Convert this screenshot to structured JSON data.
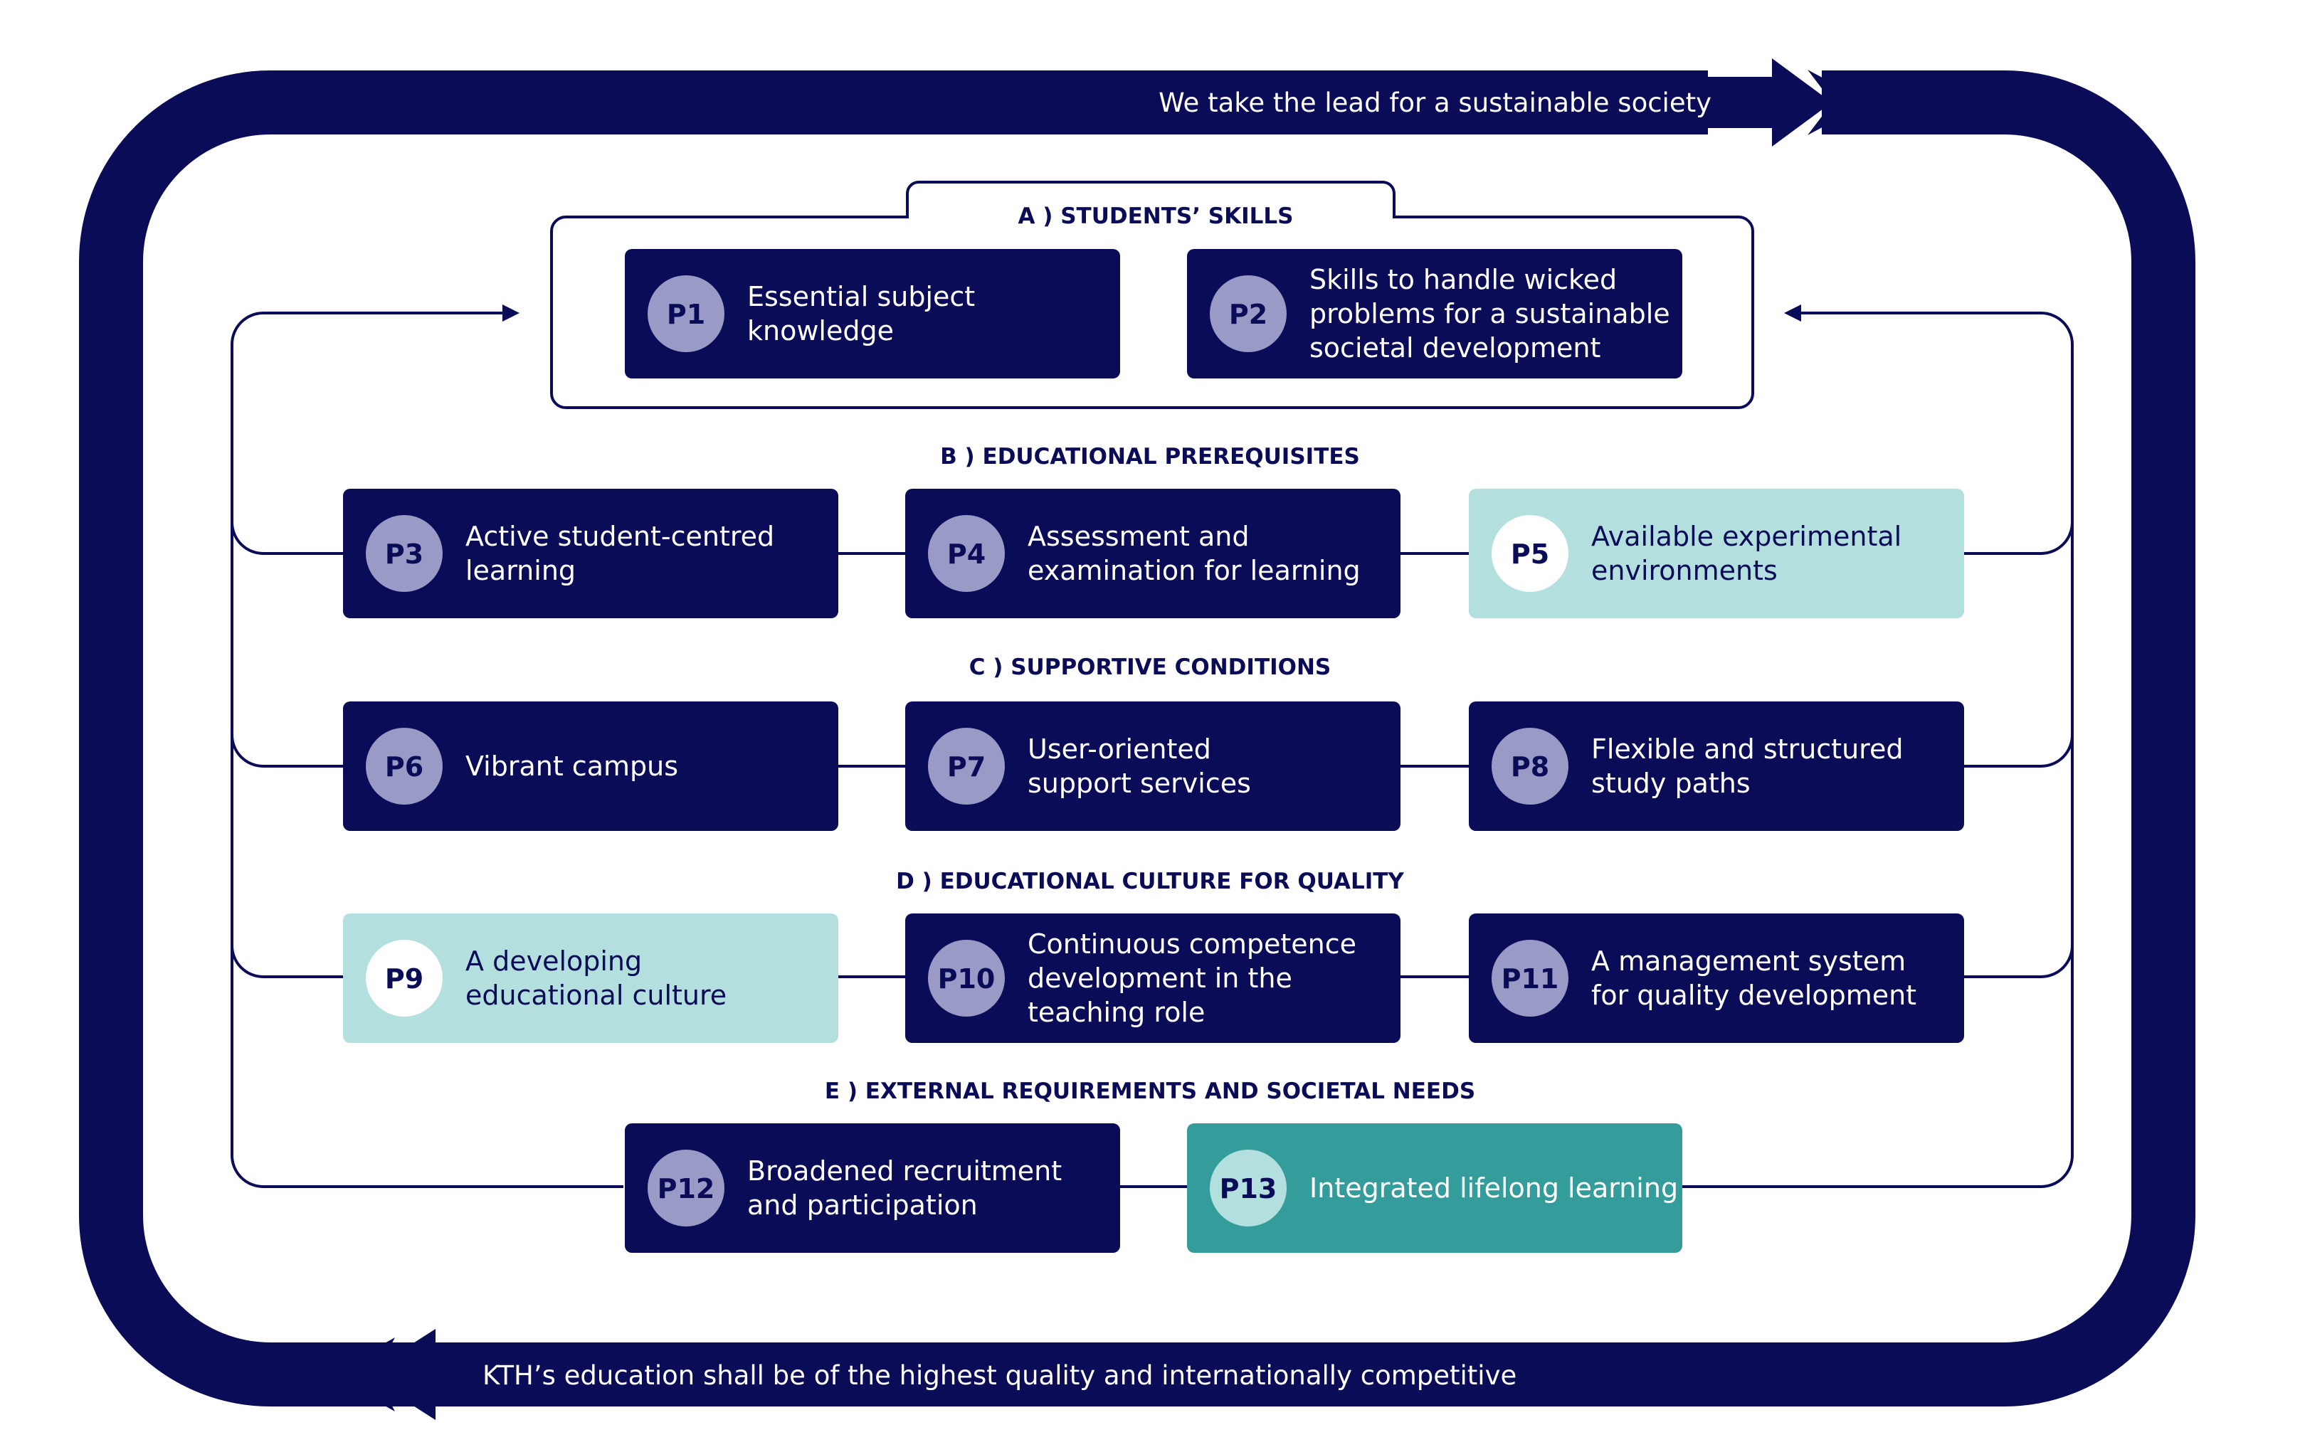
{
  "colors": {
    "navy": "#0b0c57",
    "badge_on_navy": "#9a9ac6",
    "light_teal": "#b3dfdf",
    "teal": "#349d9b",
    "white": "#ffffff"
  },
  "banners": {
    "top": "We take the lead for a sustainable society",
    "bottom": "KTH’s education shall be of the highest quality and internationally competitive"
  },
  "sections": {
    "a": "A )  STUDENTS’ SKILLS",
    "b": "B )  EDUCATIONAL PREREQUISITES",
    "c": "C )  SUPPORTIVE CONDITIONS",
    "d": "D )  EDUCATIONAL CULTURE FOR QUALITY",
    "e": "E )  EXTERNAL REQUIREMENTS AND SOCIETAL NEEDS"
  },
  "principles": [
    {
      "code": "P1",
      "lines": [
        "Essential subject",
        "knowledge"
      ],
      "style": "navy"
    },
    {
      "code": "P2",
      "lines": [
        "Skills to handle wicked",
        "problems for a sustainable",
        "societal development"
      ],
      "style": "navy"
    },
    {
      "code": "P3",
      "lines": [
        "Active student-centred",
        "learning"
      ],
      "style": "navy"
    },
    {
      "code": "P4",
      "lines": [
        "Assessment and",
        "examination for learning"
      ],
      "style": "navy"
    },
    {
      "code": "P5",
      "lines": [
        "Available experimental",
        "environments"
      ],
      "style": "light"
    },
    {
      "code": "P6",
      "lines": [
        "Vibrant campus"
      ],
      "style": "navy"
    },
    {
      "code": "P7",
      "lines": [
        "User-oriented",
        "support services"
      ],
      "style": "navy"
    },
    {
      "code": "P8",
      "lines": [
        "Flexible and structured",
        "study paths"
      ],
      "style": "navy"
    },
    {
      "code": "P9",
      "lines": [
        "A developing",
        "educational culture"
      ],
      "style": "light"
    },
    {
      "code": "P10",
      "lines": [
        "Continuous competence",
        "development in the",
        "teaching role"
      ],
      "style": "navy"
    },
    {
      "code": "P11",
      "lines": [
        "A management system",
        "for quality development"
      ],
      "style": "navy"
    },
    {
      "code": "P12",
      "lines": [
        "Broadened recruitment",
        "and participation"
      ],
      "style": "navy"
    },
    {
      "code": "P13",
      "lines": [
        "Integrated lifelong learning"
      ],
      "style": "teal"
    }
  ]
}
